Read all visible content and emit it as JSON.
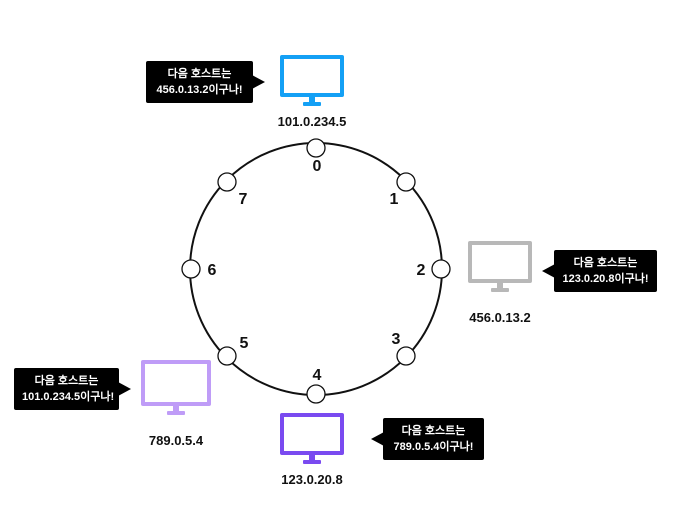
{
  "ring": {
    "nodes": [
      "0",
      "1",
      "2",
      "3",
      "4",
      "5",
      "6",
      "7"
    ]
  },
  "hosts": [
    {
      "ip": "101.0.234.5",
      "color": "#14a0f5",
      "message": [
        "다음 호스트는",
        "456.0.13.2이구나!"
      ]
    },
    {
      "ip": "456.0.13.2",
      "color": "#b8b8b8",
      "message": [
        "다음 호스트는",
        "123.0.20.8이구나!"
      ]
    },
    {
      "ip": "123.0.20.8",
      "color": "#7a4af0",
      "message": [
        "다음 호스트는",
        "789.0.5.4이구나!"
      ]
    },
    {
      "ip": "789.0.5.4",
      "color": "#bf9cf7",
      "message": [
        "다음 호스트는",
        "101.0.234.5이구나!"
      ]
    }
  ]
}
